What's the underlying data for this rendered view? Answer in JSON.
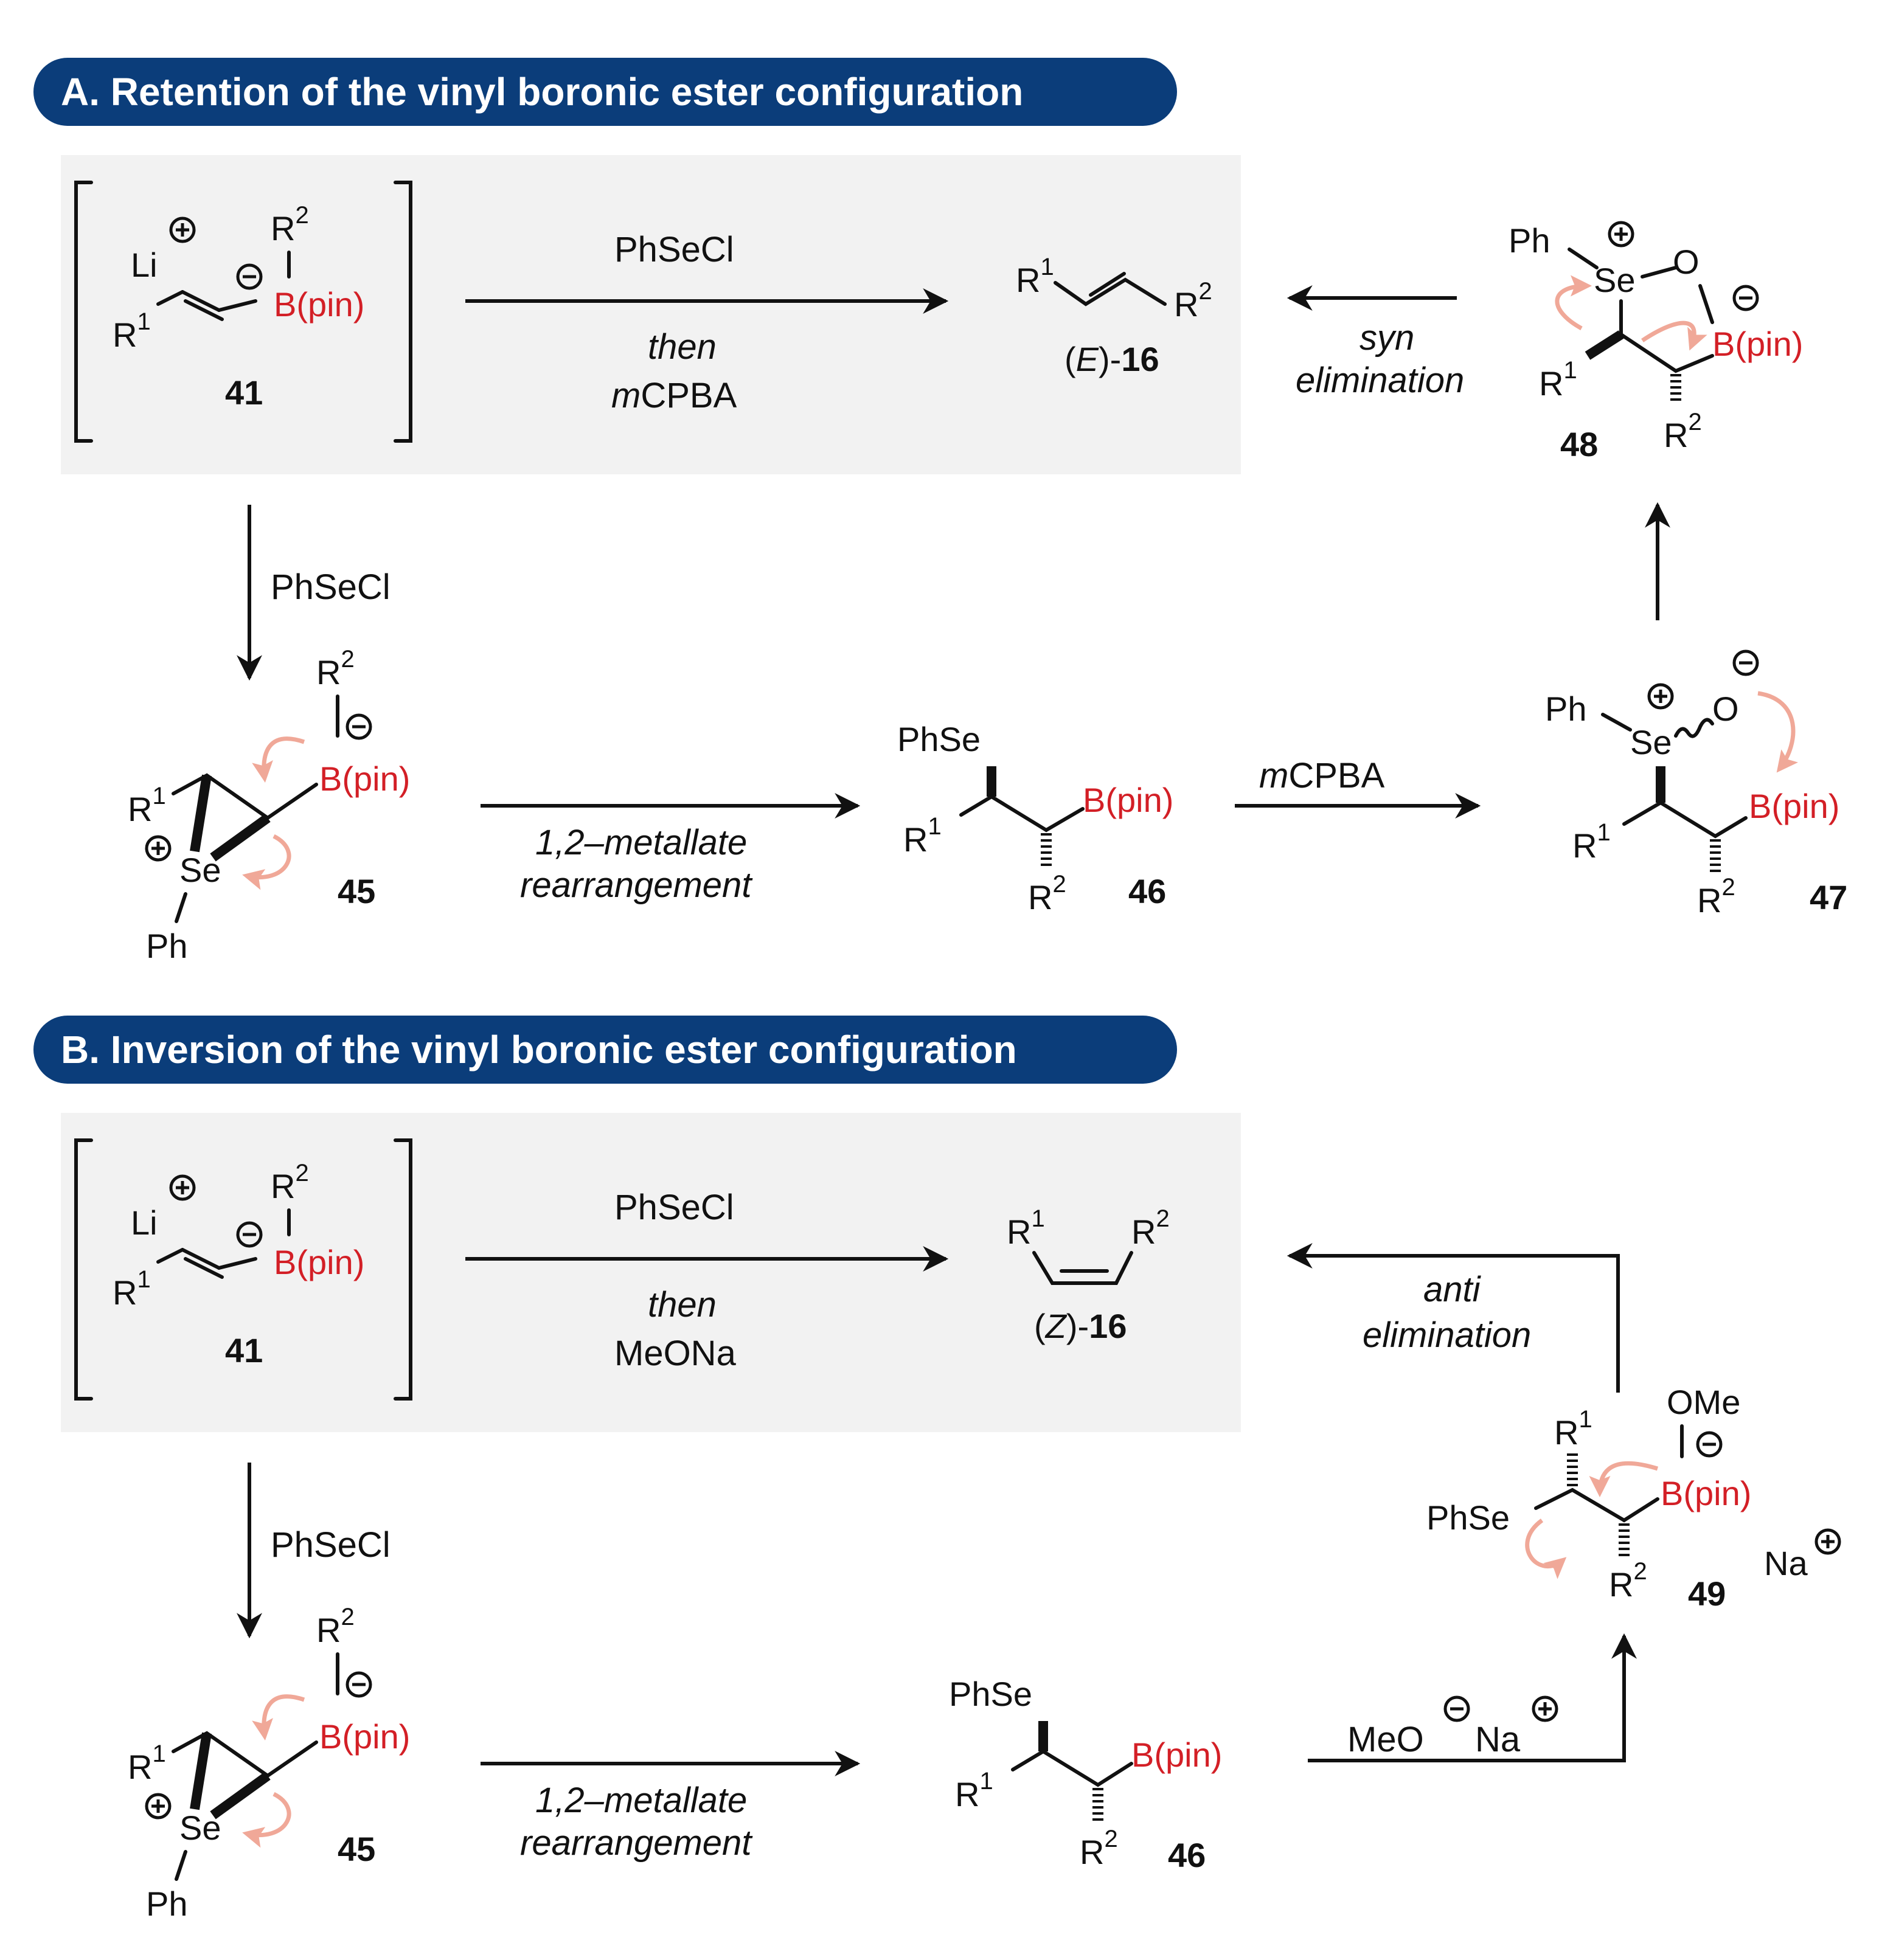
{
  "sections": {
    "a_title": "A. Retention of the vinyl boronic ester configuration",
    "b_title": "B. Inversion of the vinyl boronic ester configuration"
  },
  "labels": {
    "li": "Li",
    "r": "R",
    "sup1": "1",
    "sup2": "2",
    "bpin": "B(pin)",
    "phse": "PhSe",
    "ph": "Ph",
    "se": "Se",
    "o": "O",
    "ome": "OMe",
    "na": "Na",
    "meo": "MeO"
  },
  "compounds": {
    "c41": "41",
    "c45": "45",
    "c46": "46",
    "c47": "47",
    "c48": "48",
    "c49": "49",
    "e16_prefix": "(",
    "e16_italic": "E",
    "e16_suffix": ")-",
    "c16": "16",
    "z16_italic": "Z"
  },
  "conditions": {
    "phsecl": "PhSeCl",
    "then": "then",
    "mcpba_m": "m",
    "mcpba_rest": "CPBA",
    "meona": "MeONa",
    "metallate_1": "1,2–metallate",
    "metallate_2": "rearrangement",
    "syn": "syn",
    "anti": "anti",
    "elimination": "elimination"
  },
  "colors": {
    "banner": "#0b3d7a",
    "panel": "#f2f2f2",
    "boron_red": "#d31f26",
    "curly_arrow": "#f0a898"
  }
}
